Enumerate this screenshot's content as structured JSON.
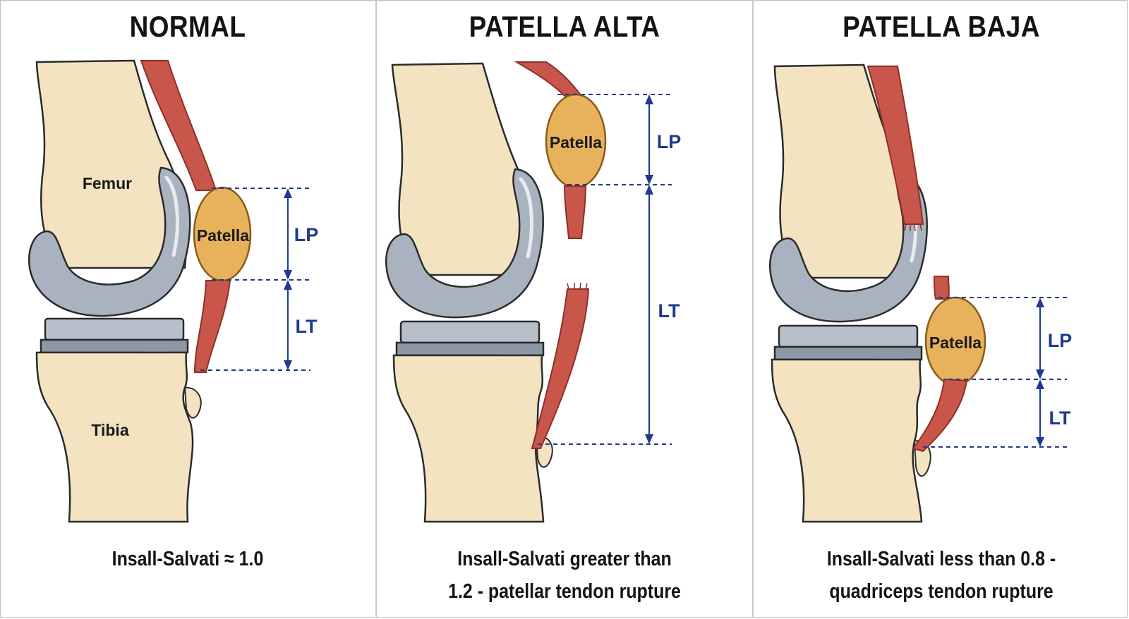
{
  "panels": [
    {
      "title": "NORMAL",
      "caption_lines": [
        "Insall-Salvati ≈ 1.0"
      ],
      "labels": {
        "femur": "Femur",
        "tibia": "Tibia",
        "patella": "Patella",
        "lp": "LP",
        "lt": "LT"
      }
    },
    {
      "title": "PATELLA ALTA",
      "caption_lines": [
        "Insall-Salvati greater than",
        "1.2 - patellar tendon rupture"
      ],
      "labels": {
        "patella": "Patella",
        "lp": "LP",
        "lt": "LT"
      }
    },
    {
      "title": "PATELLA BAJA",
      "caption_lines": [
        "Insall-Salvati less than 0.8 -",
        "quadriceps tendon rupture"
      ],
      "labels": {
        "patella": "Patella",
        "lp": "LP",
        "lt": "LT"
      }
    }
  ],
  "colors": {
    "bone": "#f4e3c1",
    "bone_outline": "#2b2b2b",
    "implant": "#a9b3bf",
    "patella": "#e8b25c",
    "tendon": "#c9564a",
    "measure": "#1f3a8f"
  }
}
